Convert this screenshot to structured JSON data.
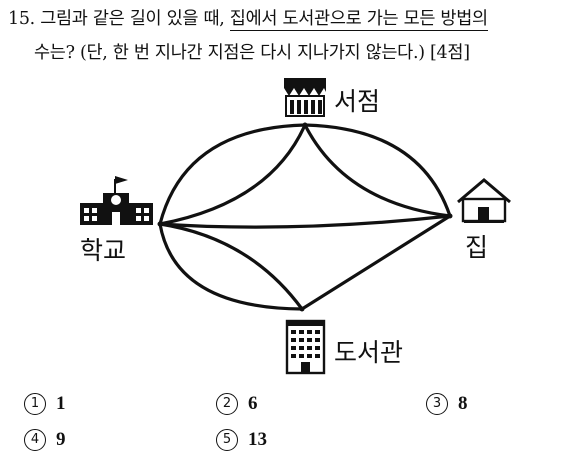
{
  "question": {
    "number": "15.",
    "line1_prefix": "그림과 같은 길이 있을 때, ",
    "line1_underlined": "집에서 도서관으로 가는 모든 방법의",
    "line2": "수는? (단, 한 번 지나간 지점은 다시 지나가지 않는다.) [4점]"
  },
  "figure": {
    "places": {
      "bookstore": "서점",
      "school": "학교",
      "home": "집",
      "library": "도서관"
    }
  },
  "choices": [
    {
      "mark": "1",
      "value": "1"
    },
    {
      "mark": "2",
      "value": "6"
    },
    {
      "mark": "3",
      "value": "8"
    },
    {
      "mark": "4",
      "value": "9"
    },
    {
      "mark": "5",
      "value": "13"
    }
  ]
}
